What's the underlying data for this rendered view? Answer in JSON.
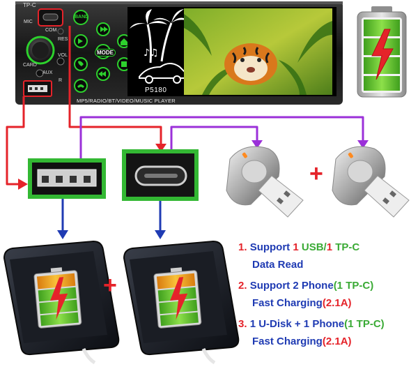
{
  "radio": {
    "model": "P5180",
    "caption": "MP5/RADIO/BT/VIDEO/MUSIC PLAYER",
    "label_tpc": "TP-C",
    "label_com": "COM",
    "label_res": "RES",
    "label_vol": "VOL",
    "label_mic": "MIC",
    "label_card": "CARD",
    "label_aux": "AUX",
    "label_r": "R",
    "btn_band": "BAND",
    "btn_mode": "MODE"
  },
  "colors": {
    "red": "#e5232a",
    "blue": "#1f3bb3",
    "green": "#3aaa35",
    "purple": "#9b30d9",
    "button_green": "#2dd12d"
  },
  "features": [
    {
      "num": "1.",
      "text_a": "Support ",
      "n1": "1",
      "usb": " USB/",
      "n2": "1",
      "tpc": " TP-C",
      "line2": "Data Read"
    },
    {
      "num": "2.",
      "text_a": "Support 2 Phone",
      "paren": "(1 TP-C)",
      "line2a": "Fast Charging",
      "line2b": "(2.1A)"
    },
    {
      "num": "3.",
      "text_a": "1 U-Disk + 1 Phone",
      "paren": "(1 TP-C)",
      "line2a": "Fast Charging",
      "line2b": "(2.1A)"
    }
  ],
  "plus_sign": "+"
}
